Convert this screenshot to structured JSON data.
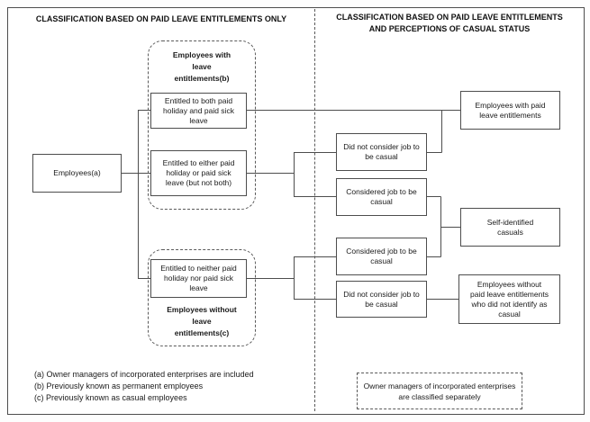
{
  "header": {
    "left_title": "CLASSIFICATION BASED ON PAID LEAVE ENTITLEMENTS ONLY",
    "right_title_line1": "CLASSIFICATION BASED ON PAID LEAVE ENTITLEMENTS",
    "right_title_line2": "AND PERCEPTIONS OF CASUAL STATUS"
  },
  "left_panel": {
    "employees_box": "Employees(a)",
    "group_with_leave": {
      "heading": "Employees with leave entitlements(b)",
      "box_both": "Entitled to both paid holiday and paid sick leave",
      "box_either": "Entitled to either paid holiday or paid sick leave (but not both)"
    },
    "group_without_leave": {
      "box_neither": "Entitled to neither paid holiday nor paid sick leave",
      "heading": "Employees without leave entitlements(c)"
    }
  },
  "middle_column": {
    "box1": "Did not consider job to be casual",
    "box2": "Considered job to be casual",
    "box3": "Considered job to be casual",
    "box4": "Did not consider job to be casual"
  },
  "right_column": {
    "box1": "Employees with paid leave entitlements",
    "box2": "Self-identified casuals",
    "box3": "Employees without paid leave entitlements who did not identify as casual"
  },
  "note_box": "Owner managers of incorporated enterprises are classified separately",
  "footnotes": [
    "(a) Owner managers of incorporated enterprises are included",
    "(b) Previously known as permanent employees",
    "(c) Previously known as casual employees"
  ],
  "colors": {
    "line": "#4d4d4d",
    "text": "#1a1a1a",
    "background": "#ffffff"
  }
}
